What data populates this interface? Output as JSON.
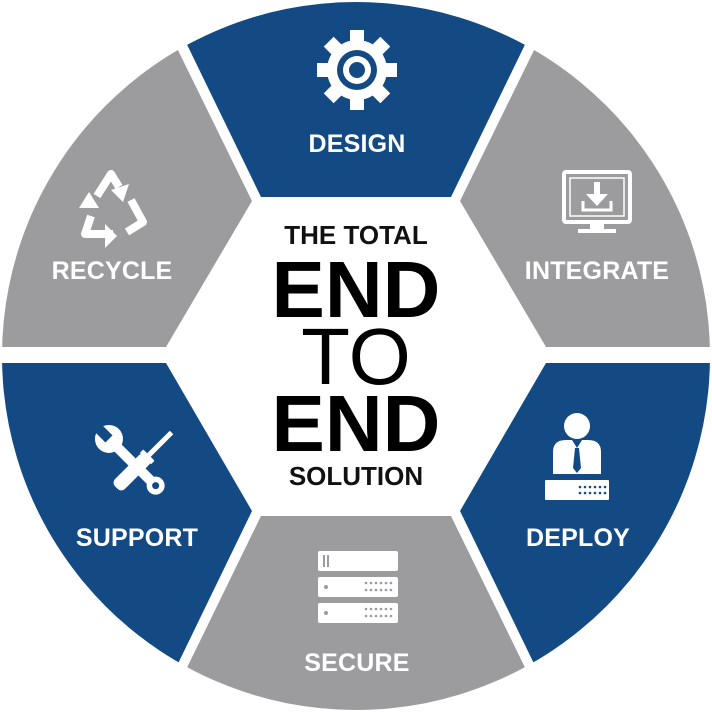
{
  "center": {
    "line1": "THE TOTAL",
    "line2": "END",
    "line3": "TO",
    "line4": "END",
    "line5": "SOLUTION"
  },
  "segments": [
    {
      "label": "DESIGN",
      "icon": "gear-icon"
    },
    {
      "label": "INTEGRATE",
      "icon": "monitor-download-icon"
    },
    {
      "label": "DEPLOY",
      "icon": "person-server-icon"
    },
    {
      "label": "SECURE",
      "icon": "server-rack-icon"
    },
    {
      "label": "SUPPORT",
      "icon": "wrench-screwdriver-icon"
    },
    {
      "label": "RECYCLE",
      "icon": "recycle-icon"
    }
  ],
  "colors": {
    "blue": "#134a84",
    "gray": "#9c9c9e",
    "white": "#ffffff",
    "text": "#000000"
  }
}
